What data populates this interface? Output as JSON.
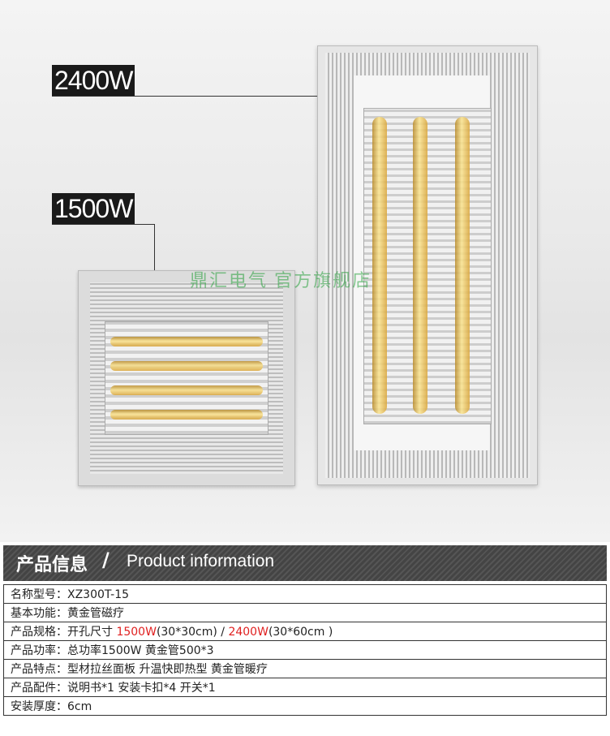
{
  "hero": {
    "label_large": "2400W",
    "label_small": "1500W",
    "watermark": "鼎汇电气 官方旗舰店"
  },
  "info": {
    "heading_cn": "产品信息",
    "heading_slash": "/",
    "heading_en": "Product information",
    "rows": [
      {
        "label": "名称型号：",
        "value": "XZ300T-15"
      },
      {
        "label": "基本功能：",
        "value": "黄金管磁疗"
      },
      {
        "label": "产品规格：",
        "value_prefix": "开孔尺寸 ",
        "red1": "1500W",
        "mid": "(30*30cm) / ",
        "red2": "2400W",
        "suffix": "(30*60cm )"
      },
      {
        "label": "产品功率：",
        "value": "总功率1500W 黄金管500*3"
      },
      {
        "label": "产品特点：",
        "value": "型材拉丝面板 升温快即热型 黄金管暖疗"
      },
      {
        "label": "产品配件：",
        "value": "说明书*1 安装卡扣*4 开关*1"
      },
      {
        "label": "安装厚度：",
        "value": "6cm"
      }
    ]
  },
  "colors": {
    "accent_red": "#e02020",
    "tag_bg": "#1a1a1a",
    "header_bg": "#4a4a4a"
  }
}
